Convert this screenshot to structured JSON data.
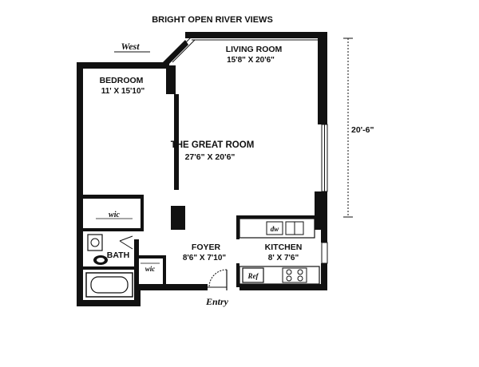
{
  "title": "BRIGHT OPEN RIVER VIEWS",
  "compass": {
    "west": "West"
  },
  "rooms": {
    "living_room": {
      "name": "LIVING ROOM",
      "dims": "15'8\" X 20'6\""
    },
    "bedroom": {
      "name": "BEDROOM",
      "dims": "11' X 15'10\""
    },
    "great_room": {
      "name": "THE GREAT ROOM",
      "dims": "27'6\" X 20'6\""
    },
    "foyer": {
      "name": "FOYER",
      "dims": "8'6\" X 7'10\""
    },
    "kitchen": {
      "name": "KITCHEN",
      "dims": "8' X 7'6\""
    },
    "bath": {
      "name": "BATH"
    }
  },
  "fixtures": {
    "wic": "wic",
    "wic_foyer": "wic",
    "dw": "dw",
    "ref": "Ref"
  },
  "dimension_right": "20'-6\"",
  "entry": "Entry"
}
